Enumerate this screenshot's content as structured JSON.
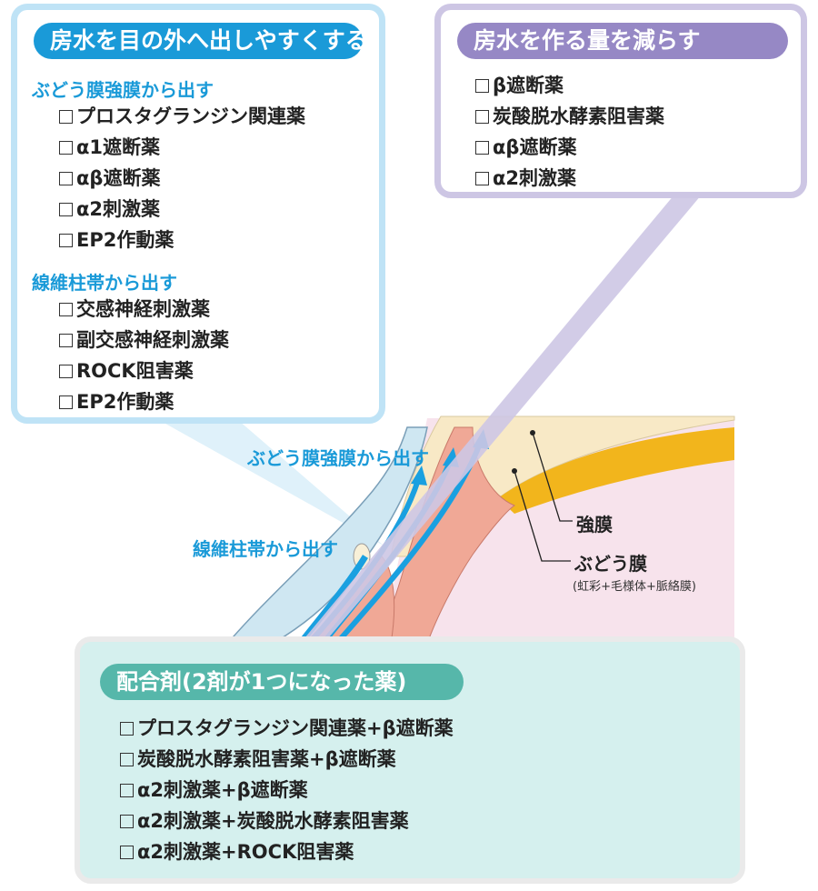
{
  "outflow_panel": {
    "title": "房水を目の外へ出しやすくする",
    "uveoscleral": {
      "heading": "ぶどう膜強膜から出す",
      "items": [
        "プロスタグランジン関連薬",
        "α1遮断薬",
        "αβ遮断薬",
        "α2刺激薬",
        "EP2作動薬"
      ]
    },
    "trabecular": {
      "heading": "線維柱帯から出す",
      "items": [
        "交感神経刺激薬",
        "副交感神経刺激薬",
        "ROCK阻害薬",
        "EP2作動薬"
      ]
    }
  },
  "production_panel": {
    "title": "房水を作る量を減らす",
    "items": [
      "β遮断薬",
      "炭酸脱水酵素阻害薬",
      "αβ遮断薬",
      "α2刺激薬"
    ]
  },
  "combination_panel": {
    "title": "配合剤(2剤が1つになった薬)",
    "items": [
      "プロスタグランジン関連薬+β遮断薬",
      "炭酸脱水酵素阻害薬+β遮断薬",
      "α2刺激薬+β遮断薬",
      "α2刺激薬+炭酸脱水酵素阻害薬",
      "α2刺激薬+ROCK阻害薬"
    ]
  },
  "eye_diagram": {
    "uveoscleral_label": "ぶどう膜強膜から出す",
    "trabecular_label": "線維柱帯から出す",
    "sclera_label": "強膜",
    "uvea_label": "ぶどう膜",
    "uvea_detail": "(虹彩+毛様体+脈絡膜)"
  },
  "colors": {
    "outflow_accent": "#1a9ad8",
    "production_accent": "#9688c5",
    "combination_accent": "#56b7aa",
    "uvea": "#f0a896",
    "choroid_band": "#f2b51c",
    "sclera": "#f8e9c6",
    "eye_interior": "#f7e3ec"
  }
}
